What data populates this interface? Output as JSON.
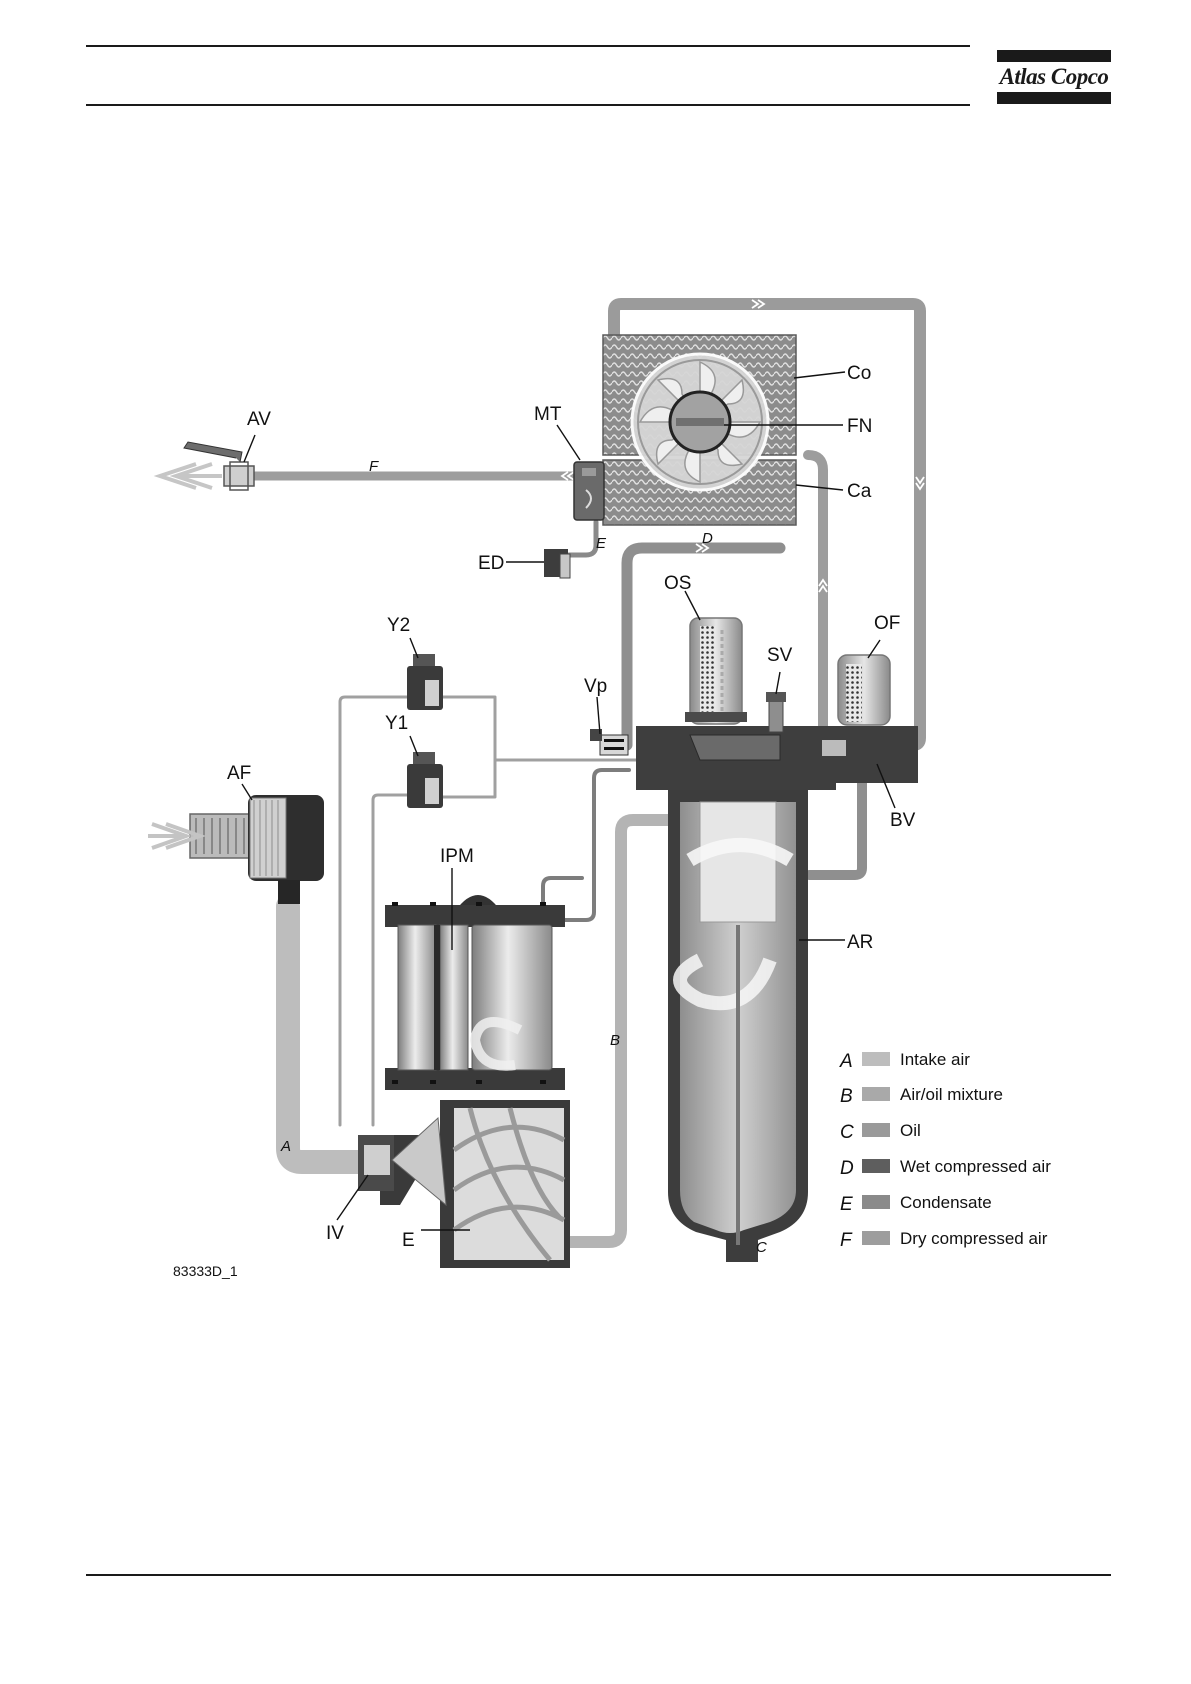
{
  "header": {
    "logo_text": "Atlas Copco"
  },
  "diagram": {
    "figure_code": "83333D_1",
    "components": {
      "Co": "Co",
      "FN": "FN",
      "Ca": "Ca",
      "AV": "AV",
      "MT": "MT",
      "ED": "ED",
      "OS": "OS",
      "OF": "OF",
      "SV": "SV",
      "Y2": "Y2",
      "Y1": "Y1",
      "Vp": "Vp",
      "AF": "AF",
      "BV": "BV",
      "IPM": "IPM",
      "AR": "AR",
      "IV": "IV",
      "E": "E"
    },
    "flow_labels": {
      "A": "A",
      "B": "B",
      "C": "C",
      "D": "D",
      "E": "E",
      "F": "F"
    },
    "legend": [
      {
        "letter": "A",
        "text": "Intake air",
        "color": "#bdbdbd"
      },
      {
        "letter": "B",
        "text": "Air/oil mixture",
        "color": "#a9a9a9"
      },
      {
        "letter": "C",
        "text": "Oil",
        "color": "#9a9a9a"
      },
      {
        "letter": "D",
        "text": "Wet compressed air",
        "color": "#5e5e5e"
      },
      {
        "letter": "E",
        "text": "Condensate",
        "color": "#8a8a8a"
      },
      {
        "letter": "F",
        "text": "Dry compressed air",
        "color": "#9d9d9d"
      }
    ]
  }
}
